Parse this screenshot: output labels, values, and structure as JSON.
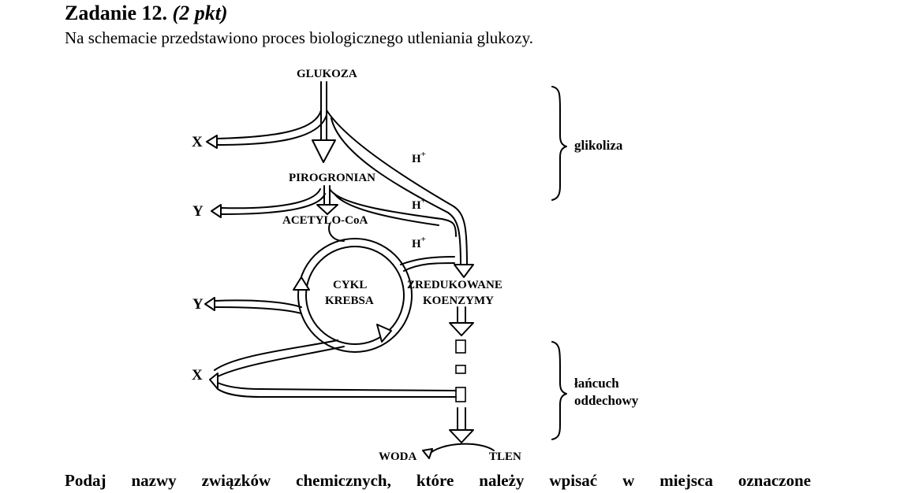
{
  "task": {
    "title": "Zadanie 12.",
    "points": "(2 pkt)",
    "intro": "Na schemacie przedstawiono proces biologicznego utleniania glukozy.",
    "question": "Podaj nazwy związków chemicznych, które należy wpisać w miejsca oznaczone"
  },
  "diagram": {
    "glukoza": "GLUKOZA",
    "pirogronian": "PIROGRONIAN",
    "acetylo": "ACETYLO-CoA",
    "cykl_line1": "CYKL",
    "cykl_line2": "KREBSA",
    "zredukowane": "ZREDUKOWANE",
    "koenzymy": "KOENZYMY",
    "woda": "WODA",
    "tlen": "TLEN",
    "x1": "X",
    "y1": "Y",
    "y2": "Y",
    "x2": "X",
    "h_label": "H",
    "h_sup": "+",
    "glikoliza": "glikoliza",
    "lancuch_line1": "łańcuch",
    "lancuch_line2": "oddechowy"
  }
}
